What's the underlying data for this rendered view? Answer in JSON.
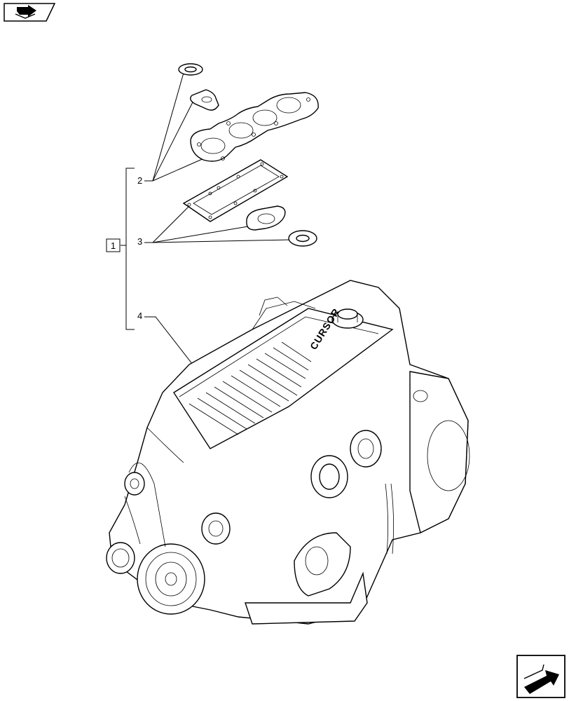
{
  "nav": {
    "top_icon": "book-arrow-icon",
    "bottom_icon": "next-page-arrow-icon"
  },
  "callouts": {
    "kit_ref": "1",
    "items": [
      {
        "ref": "2"
      },
      {
        "ref": "3"
      },
      {
        "ref": "4"
      }
    ]
  },
  "engine": {
    "cover_text": "CURSOR"
  }
}
